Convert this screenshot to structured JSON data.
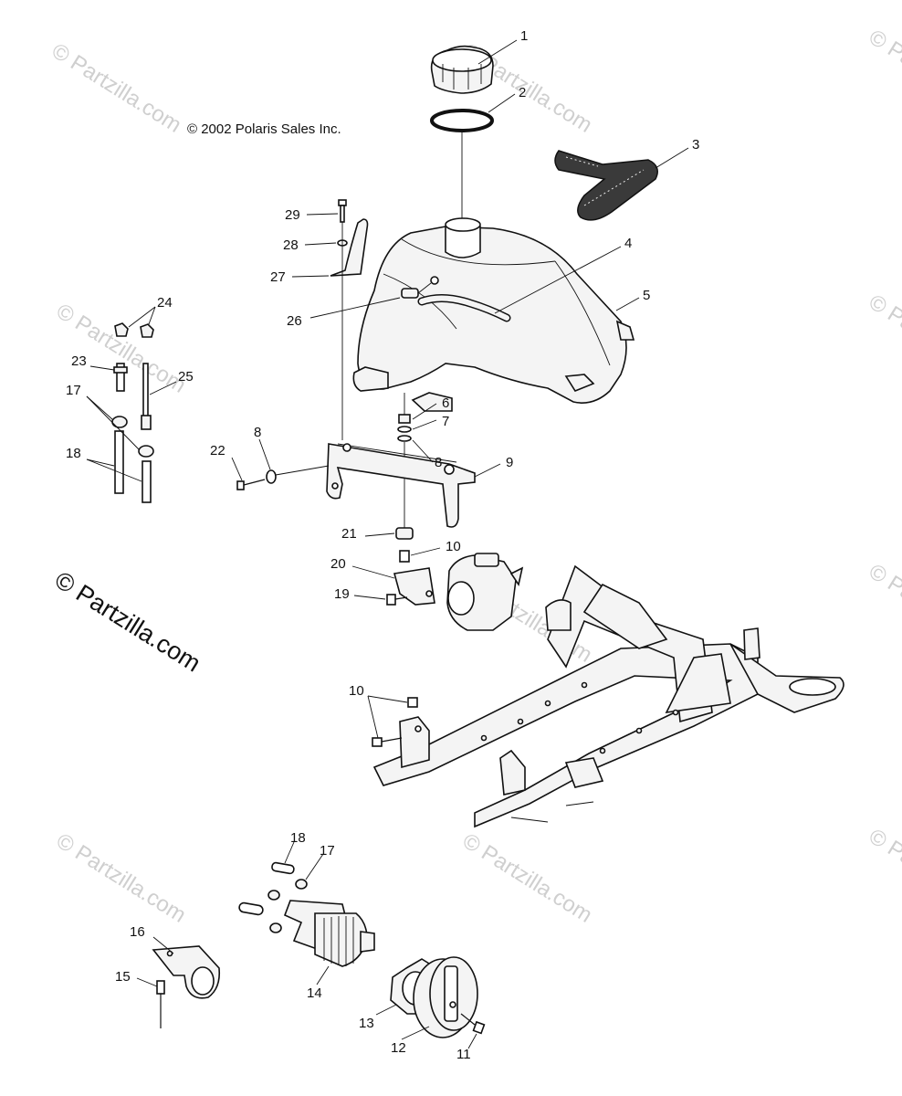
{
  "copyright": "© 2002 Polaris Sales Inc.",
  "watermark_main": "© Partzilla.com",
  "watermark_tile": "© Partzilla.com",
  "callouts": {
    "c1": "1",
    "c2": "2",
    "c3": "3",
    "c4": "4",
    "c5": "5",
    "c6": "6",
    "c7": "7",
    "c8a": "8",
    "c8b": "8",
    "c9": "9",
    "c10a": "10",
    "c10b": "10",
    "c11": "11",
    "c12": "12",
    "c13": "13",
    "c14": "14",
    "c15": "15",
    "c16": "16",
    "c17a": "17",
    "c17b": "17",
    "c18a": "18",
    "c18b": "18",
    "c19": "19",
    "c20": "20",
    "c21": "21",
    "c22": "22",
    "c23": "23",
    "c24": "24",
    "c25": "25",
    "c26": "26",
    "c27": "27",
    "c28": "28",
    "c29": "29"
  }
}
